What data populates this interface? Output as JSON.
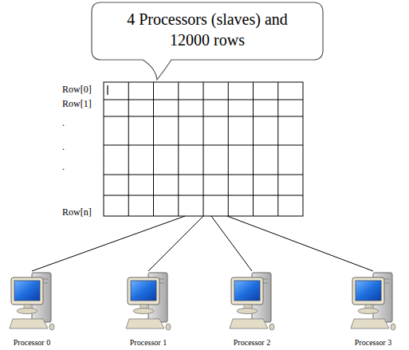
{
  "diagram": {
    "nodes": [
      {
        "text": [
          "4 Processors (slaves) and 12000 rows"
        ]
      },
      {
        "text": [
          "Row[0]",
          "Row[1]",
          ".",
          ".",
          ".",
          "Row[n]"
        ]
      },
      {
        "text": [
          "Processor 0"
        ]
      },
      {
        "text": [
          "Processor 1"
        ]
      },
      {
        "text": [
          "Processor 2"
        ]
      },
      {
        "text": [
          "Processor 3"
        ]
      }
    ],
    "edges": [
      {
        "from": 1,
        "to": 2,
        "arrow": "none"
      },
      {
        "from": 1,
        "to": 3,
        "arrow": "none"
      },
      {
        "from": 1,
        "to": 4,
        "arrow": "none"
      },
      {
        "from": 1,
        "to": 5,
        "arrow": "none"
      }
    ]
  }
}
